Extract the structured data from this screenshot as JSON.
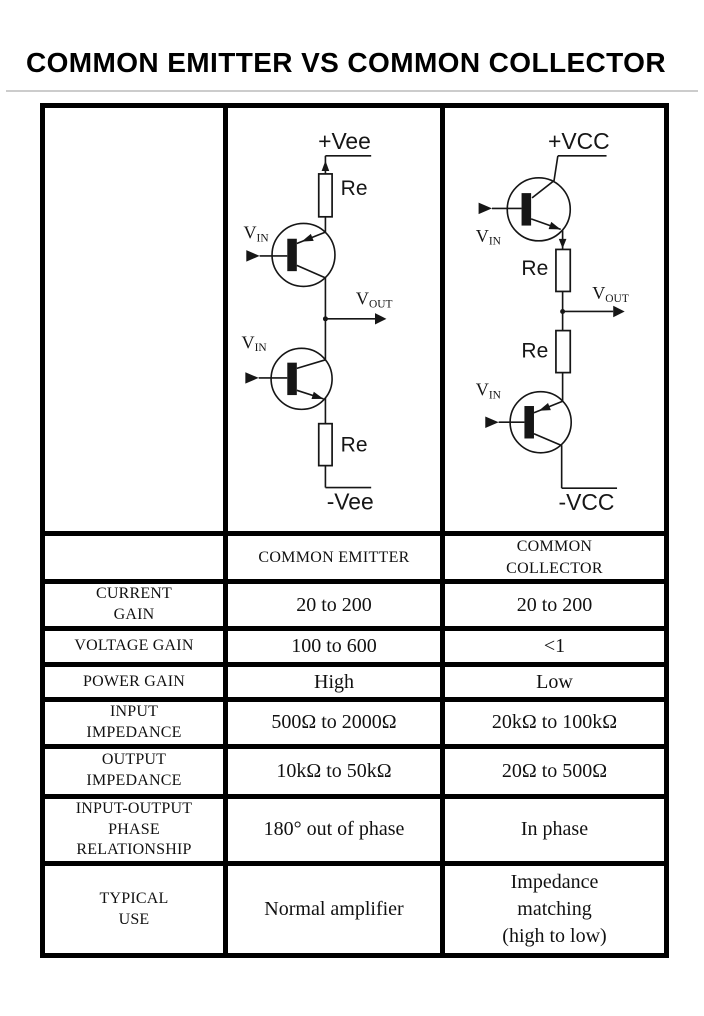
{
  "title": "COMMON EMITTER VS COMMON COLLECTOR",
  "colors": {
    "border": "#000000",
    "background": "#ffffff",
    "title_rule": "#cccccc",
    "ink": "#161616"
  },
  "diagrams": {
    "common_emitter": {
      "supply_top": "+Vee",
      "supply_bottom": "-Vee",
      "resistor_top_label": "Re",
      "resistor_bottom_label": "Re",
      "v_in_top": {
        "base": "V",
        "sub": "IN"
      },
      "v_in_bottom": {
        "base": "V",
        "sub": "IN"
      },
      "v_out": {
        "base": "V",
        "sub": "OUT"
      }
    },
    "common_collector": {
      "supply_top": "+VCC",
      "supply_bottom": "-VCC",
      "resistor_top_label": "Re",
      "resistor_bottom_label": "Re",
      "v_in_top": {
        "base": "V",
        "sub": "IN"
      },
      "v_in_bottom": {
        "base": "V",
        "sub": "IN"
      },
      "v_out": {
        "base": "V",
        "sub": "OUT"
      }
    }
  },
  "table": {
    "header": {
      "col1": "",
      "col2": "COMMON EMITTER",
      "col3": "COMMON\nCOLLECTOR"
    },
    "rows": [
      {
        "label": "CURRENT\nGAIN",
        "common_emitter": "20 to 200",
        "common_collector": "20 to 200"
      },
      {
        "label": "VOLTAGE GAIN",
        "common_emitter": "100 to 600",
        "common_collector": "<1"
      },
      {
        "label": "POWER GAIN",
        "common_emitter": "High",
        "common_collector": "Low"
      },
      {
        "label": "INPUT\nIMPEDANCE",
        "common_emitter": "500Ω to 2000Ω",
        "common_collector": "20kΩ to 100kΩ"
      },
      {
        "label": "OUTPUT\nIMPEDANCE",
        "common_emitter": "10kΩ to 50kΩ",
        "common_collector": "20Ω to 500Ω"
      },
      {
        "label": "INPUT-OUTPUT\nPHASE\nRELATIONSHIP",
        "common_emitter": "180° out of phase",
        "common_collector": "In phase"
      },
      {
        "label": "TYPICAL\nUSE",
        "common_emitter": "Normal amplifier",
        "common_collector": "Impedance\nmatching\n(high to low)"
      }
    ]
  }
}
